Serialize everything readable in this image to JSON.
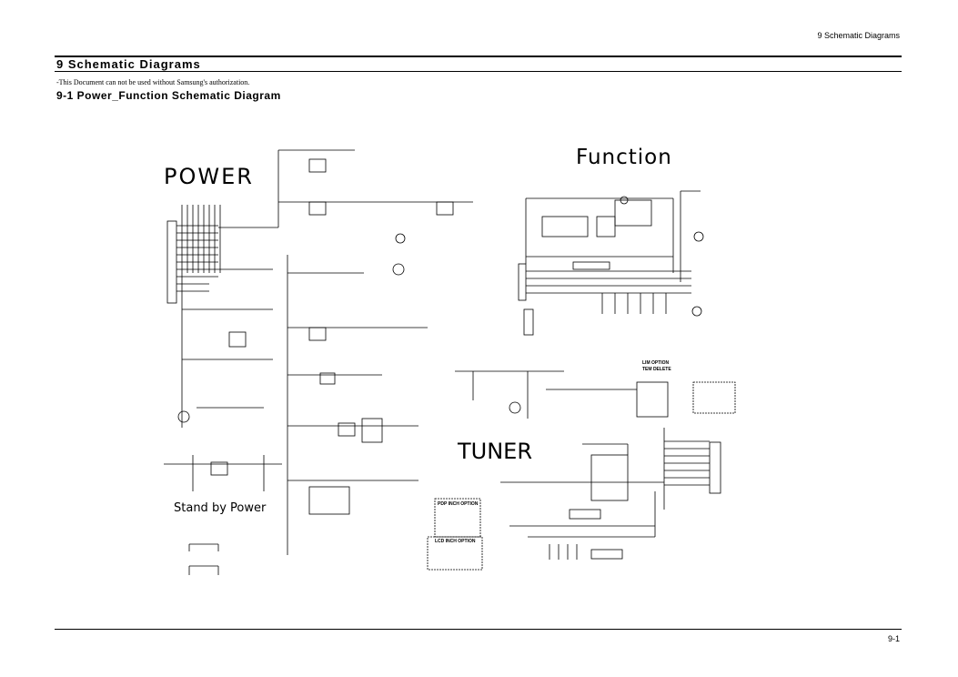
{
  "header": {
    "section": "9 Schematic Diagrams"
  },
  "title": "9 Schematic Diagrams",
  "notice": "-This Document can not be used without Samsung's authorization.",
  "subtitle": "9-1 Power_Function Schematic Diagram",
  "blocks": {
    "power": "POWER",
    "function": "Function",
    "tuner": "TUNER",
    "standby": "Stand by Power"
  },
  "option_boxes": {
    "pdp": "PDP INCH OPTION",
    "lcd": "LCD INCH OPTION",
    "lim": "LIM OPTION",
    "delete": "TEM DELETE"
  },
  "footer": {
    "page": "9-1"
  }
}
